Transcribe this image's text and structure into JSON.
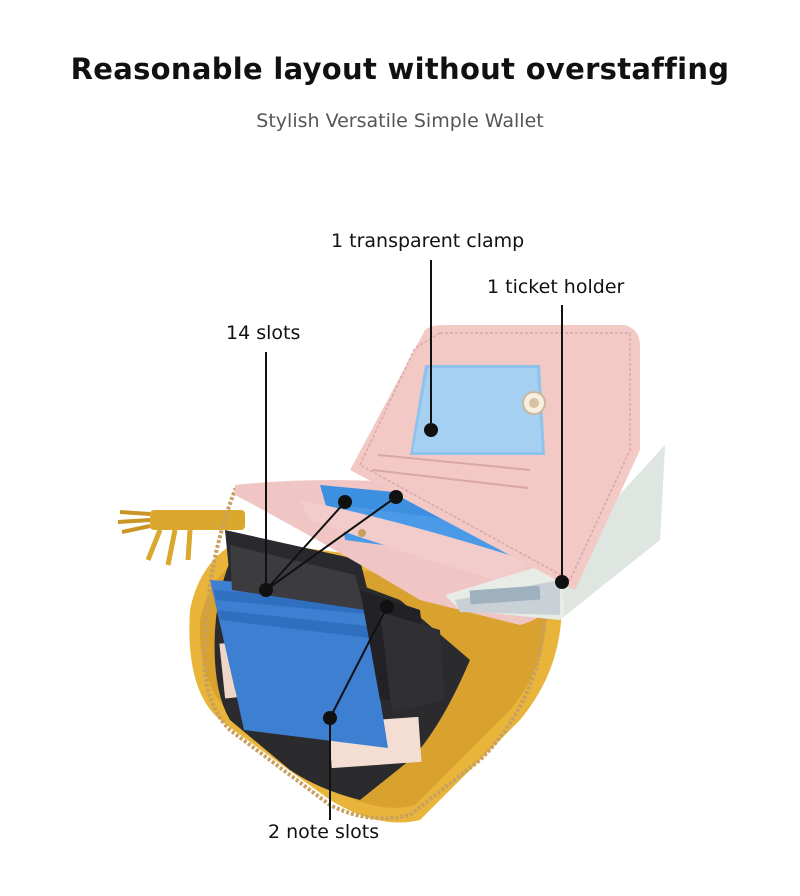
{
  "header": {
    "title": "Reasonable layout without overstaffing",
    "subtitle": "Stylish Versatile Simple Wallet"
  },
  "callouts": {
    "clamp": "1 transparent clamp",
    "ticket": "1 ticket holder",
    "slots": "14 slots",
    "notes": "2 note slots"
  },
  "colors": {
    "wallet_yellow": "#e9b43a",
    "wallet_pink": "#efc6c4",
    "card_blue": "#3d7fd1",
    "clamp_blue": "#8fc2ec"
  }
}
